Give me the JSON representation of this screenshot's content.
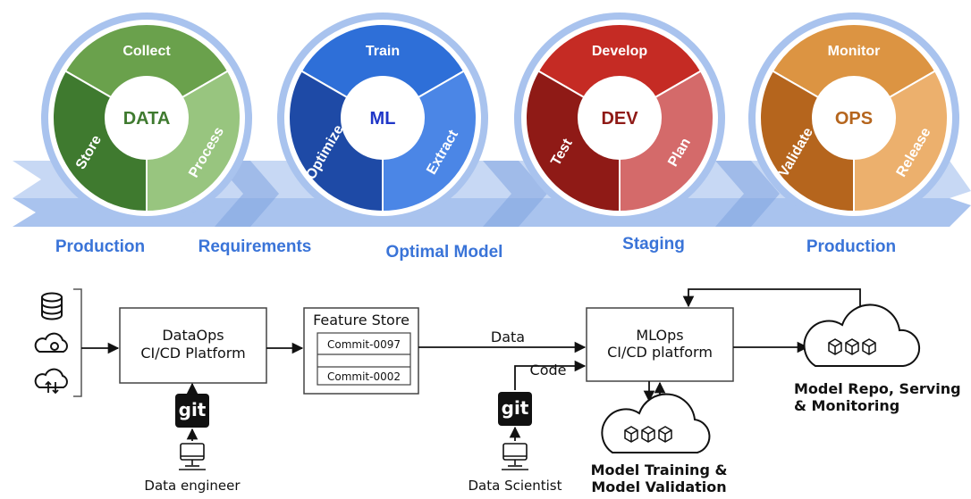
{
  "colors": {
    "band_light": "#c7d8f4",
    "band_mid": "#a9c3ee",
    "band_dark": "#7fa4e0",
    "stage_label": "#3a74d8",
    "ring": "#a9c3ee"
  },
  "cycles": [
    {
      "core": "DATA",
      "core_color": "#3f7a2f",
      "segments": [
        "Collect",
        "Store",
        "Process"
      ],
      "seg_colors": [
        "#6aa14c",
        "#3f7a2f",
        "#98c57f"
      ]
    },
    {
      "core": "ML",
      "core_color": "#1f36c8",
      "segments": [
        "Train",
        "Optimize",
        "Extract"
      ],
      "seg_colors": [
        "#2e6fd8",
        "#1e4aa6",
        "#4b86e6"
      ]
    },
    {
      "core": "DEV",
      "core_color": "#8f1a16",
      "segments": [
        "Develop",
        "Test",
        "Plan"
      ],
      "seg_colors": [
        "#c52b24",
        "#8f1a16",
        "#d46a6a"
      ]
    },
    {
      "core": "OPS",
      "core_color": "#b5651d",
      "segments": [
        "Monitor",
        "Validate",
        "Release"
      ],
      "seg_colors": [
        "#dc9442",
        "#b5651d",
        "#ecb06d"
      ]
    }
  ],
  "stages": [
    "Production",
    "Requirements",
    "Optimal Model",
    "Staging",
    "Production"
  ],
  "pipeline": {
    "dataops_box": [
      "DataOps",
      "CI/CD Platform"
    ],
    "feature_store": {
      "title": "Feature Store",
      "commits": [
        "Commit-0097",
        "Commit-0002"
      ]
    },
    "mlops_box": [
      "MLOps",
      "CI/CD platform"
    ],
    "data_label": "Data",
    "code_label": "Code",
    "git_label": "git",
    "data_engineer": "Data engineer",
    "data_scientist": "Data Scientist",
    "training_caption": [
      "Model Training &",
      "Model Validation"
    ],
    "repo_caption": [
      "Model Repo, Serving",
      "& Monitoring"
    ],
    "source_icons": [
      "database-icon",
      "cloud-gear-icon",
      "cloud-sync-icon"
    ]
  }
}
